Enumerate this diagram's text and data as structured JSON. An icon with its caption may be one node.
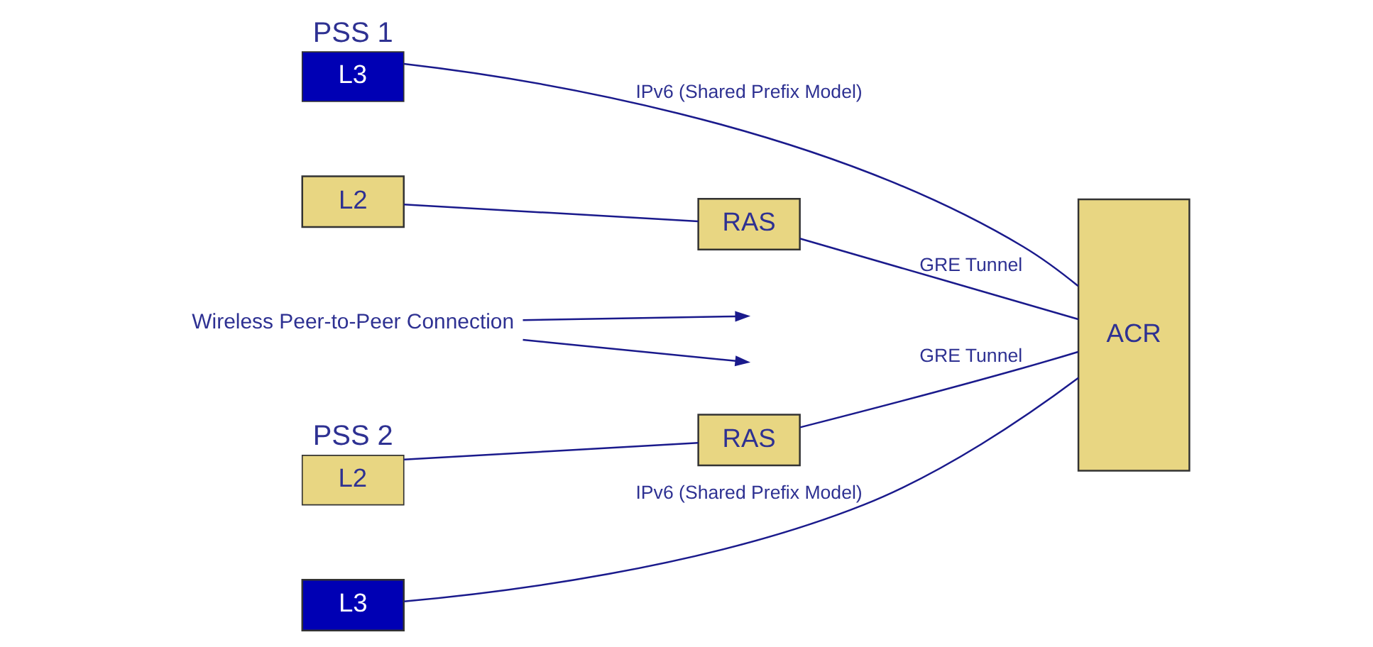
{
  "diagram": {
    "nodes": [
      {
        "text": [
          "L3"
        ],
        "beside": [
          "PSS 1"
        ]
      },
      {
        "text": [
          "L2"
        ]
      },
      {
        "text": [
          "RAS"
        ]
      },
      {
        "text": [
          "ACR"
        ]
      },
      {
        "text": [
          "Wireless Peer-to-Peer Connection"
        ]
      },
      {
        "text": [
          "L2"
        ],
        "beside": [
          "PSS 2"
        ]
      },
      {
        "text": [
          "RAS"
        ]
      },
      {
        "text": [
          "L3"
        ]
      }
    ],
    "edges": [
      {
        "from": 0,
        "to": 3,
        "arrow": "none",
        "label": "IPv6 (Shared Prefix Model)"
      },
      {
        "from": 1,
        "to": 2,
        "arrow": "none"
      },
      {
        "from": 2,
        "to": 3,
        "arrow": "none",
        "label": "GRE Tunnel"
      },
      {
        "from": 4,
        "to": null,
        "arrow": "to"
      },
      {
        "from": 4,
        "to": null,
        "arrow": "to"
      },
      {
        "from": 5,
        "to": 6,
        "arrow": "none"
      },
      {
        "from": 6,
        "to": 3,
        "arrow": "none",
        "label": "GRE Tunnel"
      },
      {
        "from": 7,
        "to": 3,
        "arrow": "none",
        "label": "IPv6 (Shared Prefix Model)"
      }
    ]
  }
}
